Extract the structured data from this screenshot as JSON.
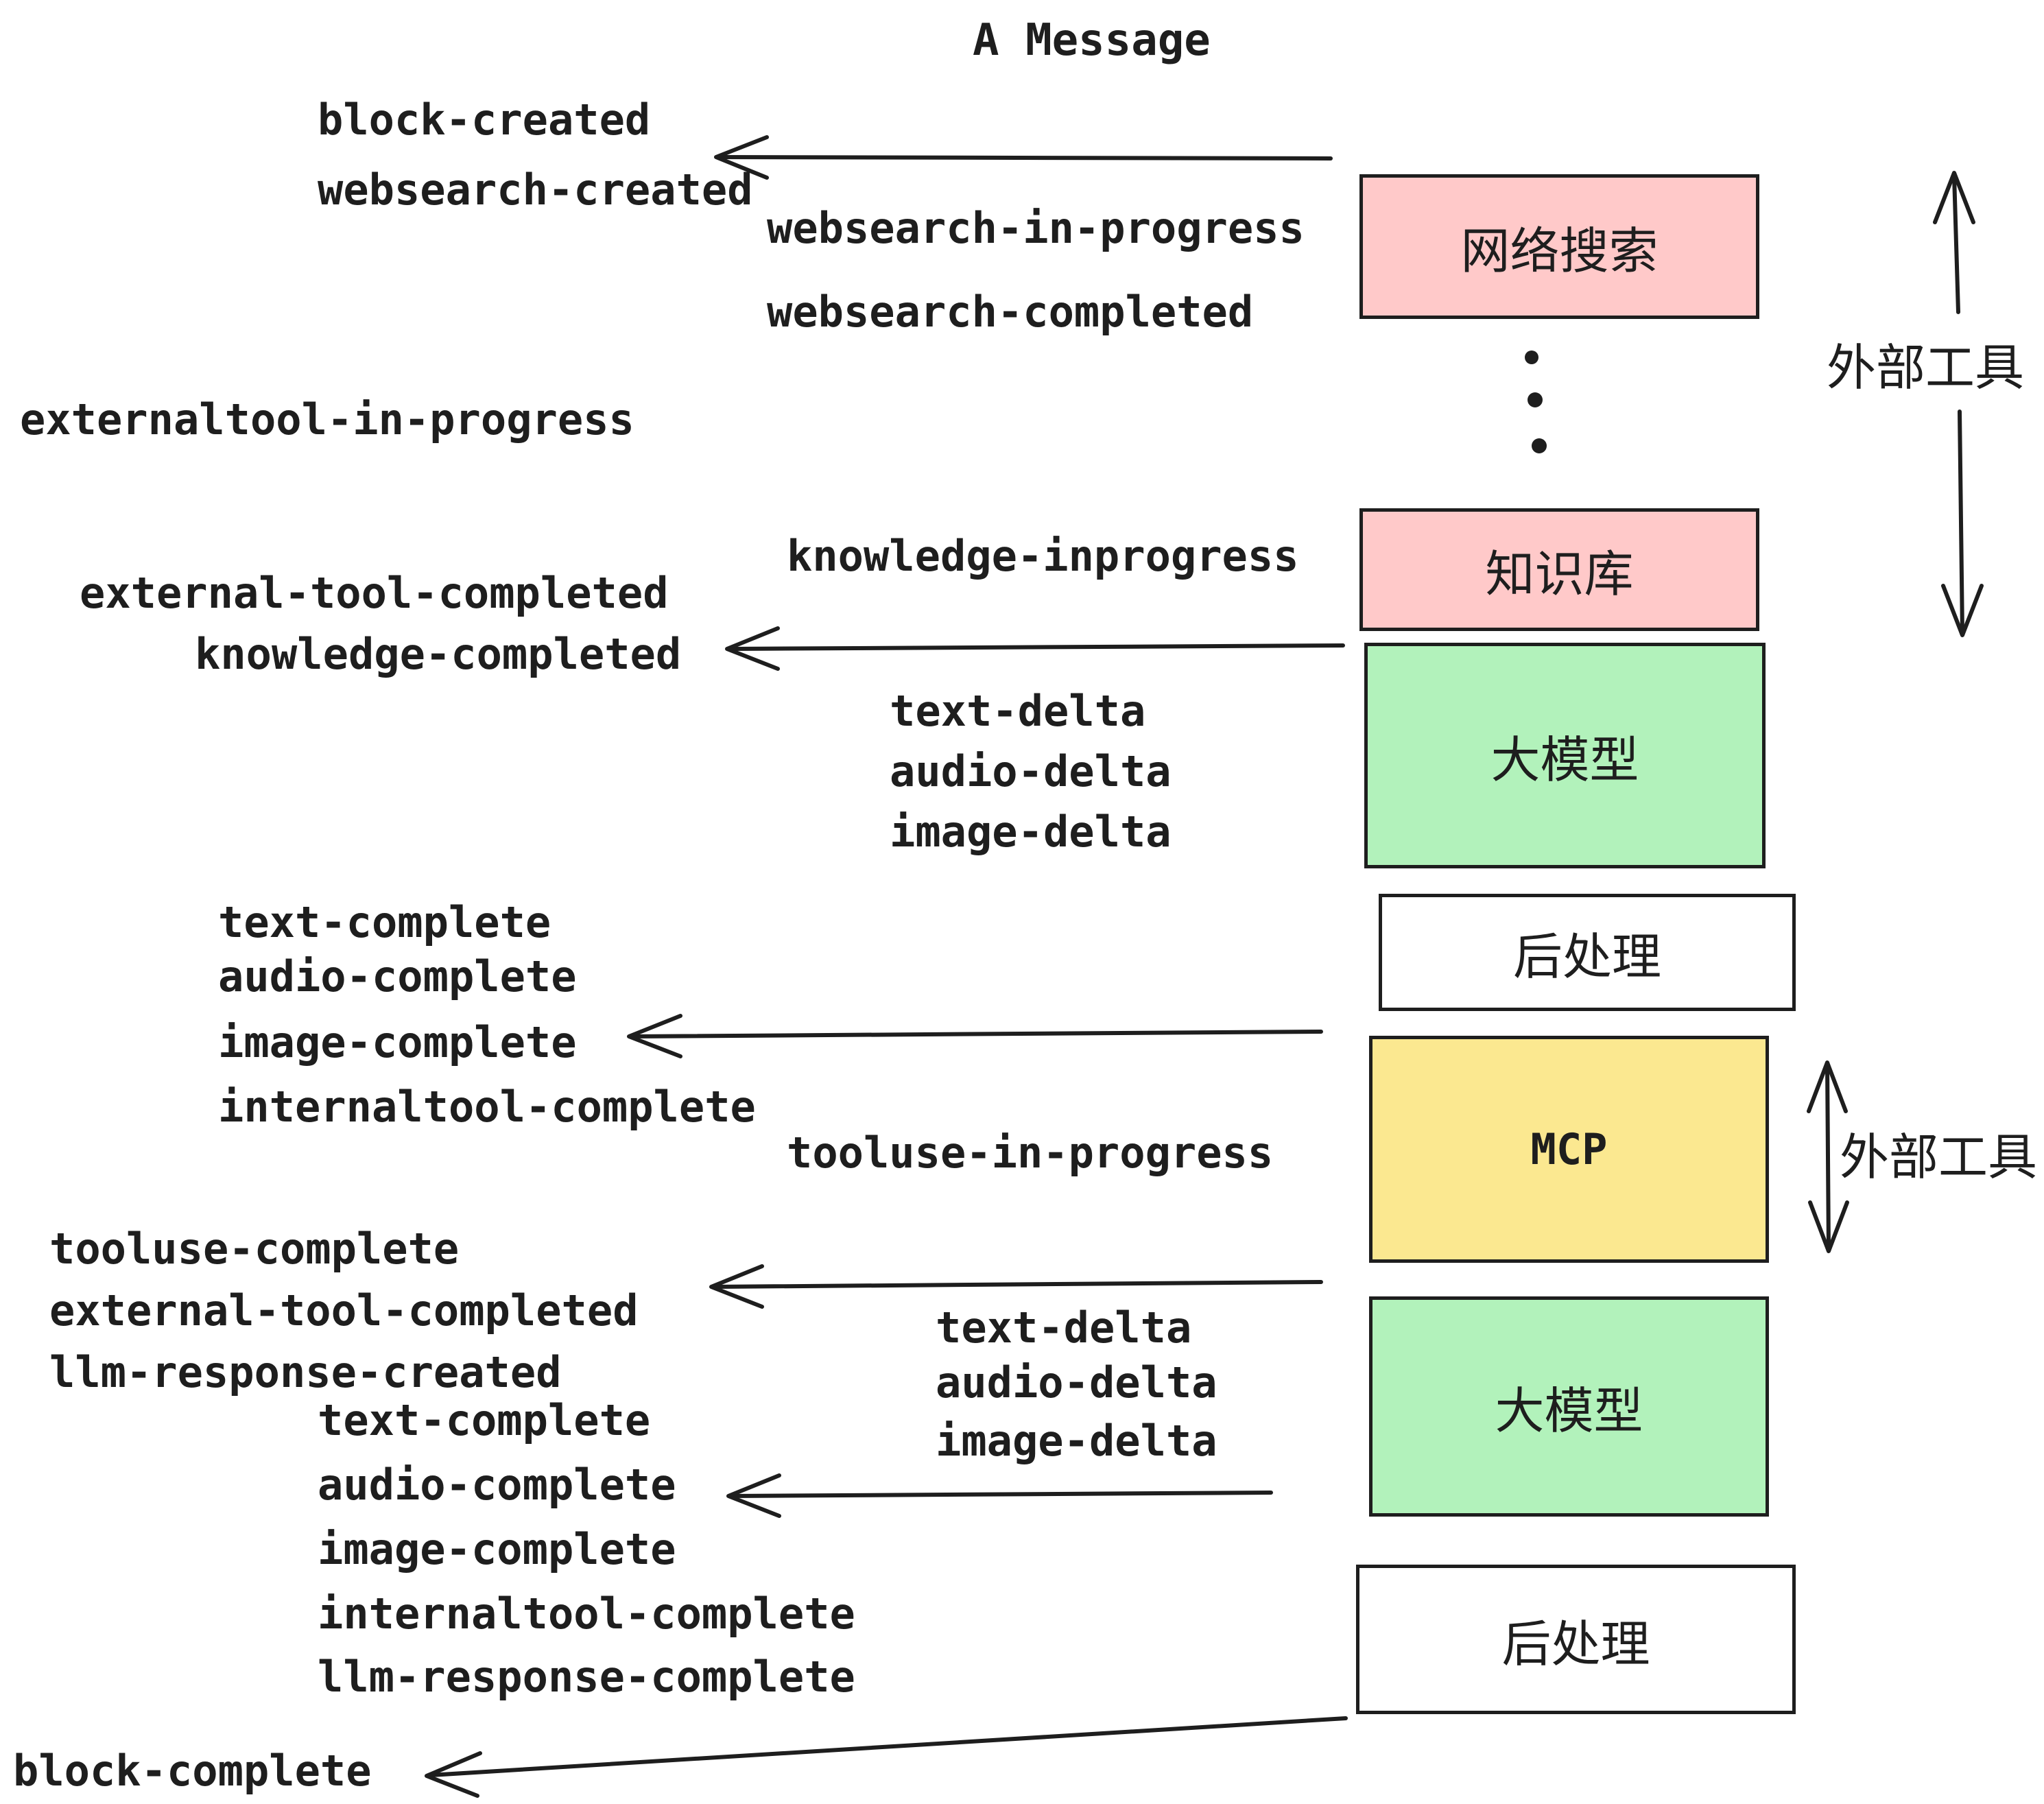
{
  "title": "A Message",
  "colors": {
    "stroke": "#1e1e1e",
    "websearch_fill": "#FFC9C9",
    "knowledge_fill": "#FFC9C9",
    "llm_fill": "#B2F2BB",
    "mcp_fill": "#FBE890",
    "postprocess_fill": "#FFFFFF"
  },
  "boxes": {
    "websearch": {
      "label": "网络搜索"
    },
    "knowledge": {
      "label": "知识库"
    },
    "llm1": {
      "label": "大模型"
    },
    "post1": {
      "label": "后处理"
    },
    "mcp": {
      "label": "MCP"
    },
    "llm2": {
      "label": "大模型"
    },
    "post2": {
      "label": "后处理"
    }
  },
  "side_labels": {
    "external_tools_top": "外部工具",
    "external_tools_mcp": "外部工具"
  },
  "events": {
    "block_created": "block-created",
    "websearch_created": "websearch-created",
    "websearch_in_progress": "websearch-in-progress",
    "websearch_completed": "websearch-completed",
    "externaltool_in_progress": "externaltool-in-progress",
    "knowledge_inprogress": "knowledge-inprogress",
    "external_tool_completed_1": "external-tool-completed",
    "knowledge_completed": "knowledge-completed",
    "text_delta_1": "text-delta",
    "audio_delta_1": "audio-delta",
    "image_delta_1": "image-delta",
    "text_complete_1": "text-complete",
    "audio_complete_1": "audio-complete",
    "image_complete_1": "image-complete",
    "internaltool_complete_1": "internaltool-complete",
    "tooluse_in_progress": "tooluse-in-progress",
    "tooluse_complete": "tooluse-complete",
    "external_tool_completed_2": "external-tool-completed",
    "llm_response_created": "llm-response-created",
    "text_delta_2": "text-delta",
    "audio_delta_2": "audio-delta",
    "image_delta_2": "image-delta",
    "text_complete_2": "text-complete",
    "audio_complete_2": "audio-complete",
    "image_complete_2": "image-complete",
    "internaltool_complete_2": "internaltool-complete",
    "llm_response_complete": "llm-response-complete",
    "block_complete": "block-complete"
  }
}
